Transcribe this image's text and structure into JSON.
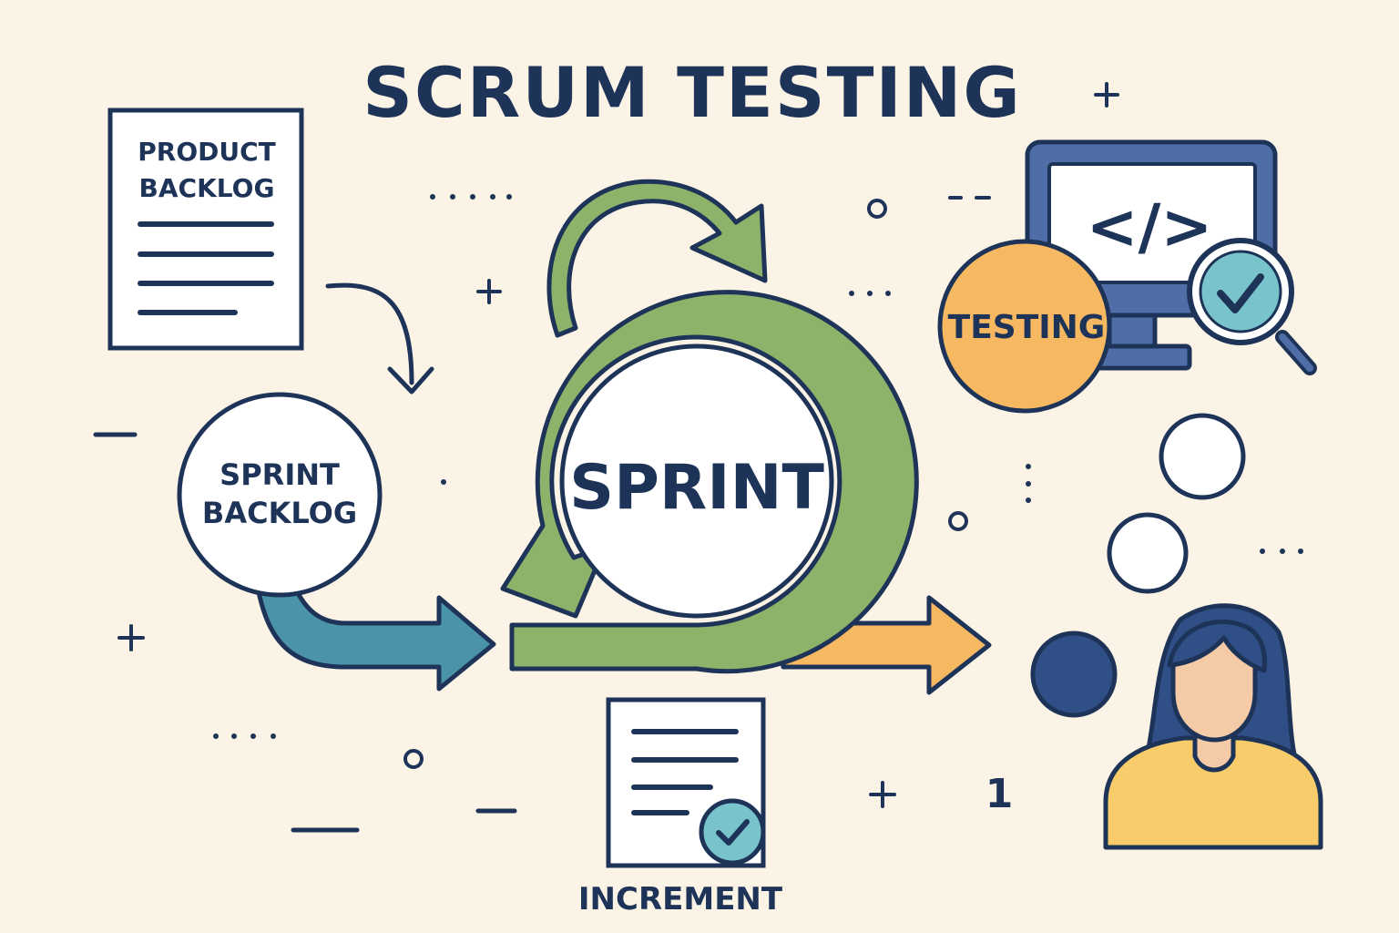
{
  "title": "SCRUM TESTING",
  "product_backlog": {
    "line1": "PRODUCT",
    "line2": "BACKLOG"
  },
  "sprint_backlog": {
    "line1": "SPRINT",
    "line2": "BACKLOG"
  },
  "sprint": {
    "label": "SPRINT"
  },
  "testing": {
    "label": "TESTING"
  },
  "increment": {
    "label": "INCREMENT"
  },
  "code_symbol": "</>",
  "deco_number": "1",
  "colors": {
    "background": "#FBF3E6",
    "navy": "#1D3358",
    "green": "#8DB36B",
    "teal": "#4B93A8",
    "orange": "#F6B860",
    "light_blue": "#79C3CC",
    "monitor_blue": "#4F6DA6",
    "skin": "#F5CBA7",
    "shirt": "#F8CC6A",
    "hair": "#2F4F86"
  },
  "icons": [
    "document-icon",
    "monitor-icon",
    "code-icon",
    "magnifier-icon",
    "checkmark-icon",
    "person-icon",
    "certificate-icon",
    "cycle-arrow-icon"
  ]
}
